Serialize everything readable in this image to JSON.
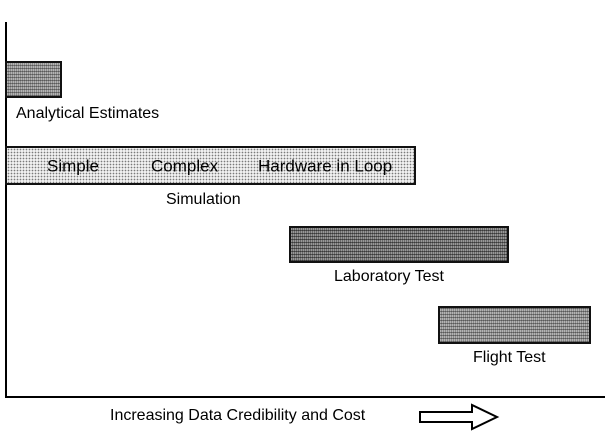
{
  "diagram": {
    "stages": [
      {
        "label": "Analytical Estimates"
      },
      {
        "label": "Simulation",
        "segments": [
          "Simple",
          "Complex",
          "Hardware in Loop"
        ]
      },
      {
        "label": "Laboratory Test"
      },
      {
        "label": "Flight Test"
      }
    ],
    "axis_caption": "Increasing Data Credibility and Cost",
    "arrow_icon": "right-arrow-icon"
  }
}
